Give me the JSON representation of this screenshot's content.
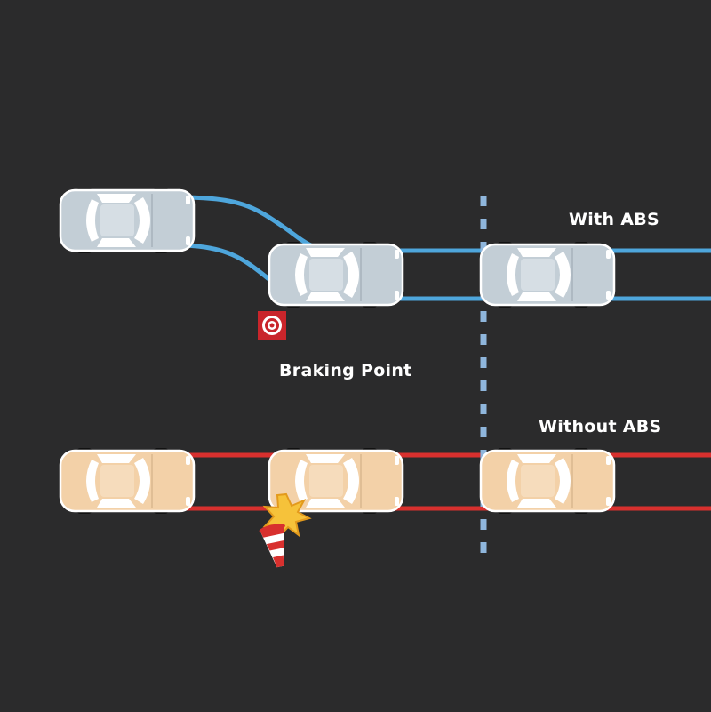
{
  "labels": {
    "with_abs": "With ABS",
    "without_abs": "Without ABS",
    "braking_point": "Braking Point"
  },
  "colors": {
    "background": "#2b2b2c",
    "abs_track": "#4ea6dc",
    "no_abs_track": "#d8302e",
    "abs_car_body": "#c3ced6",
    "no_abs_car_body": "#f3d1a8",
    "divider": "#8fb6dc"
  },
  "icons": {
    "braking_point_marker": "target-icon",
    "collision": "burst-icon",
    "obstacle": "traffic-cone-icon"
  }
}
